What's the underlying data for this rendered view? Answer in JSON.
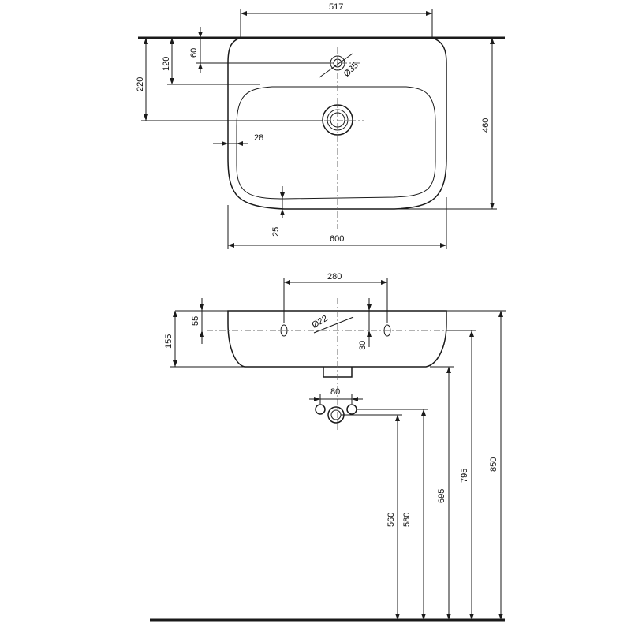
{
  "top_view": {
    "width_overall": "600",
    "width_top": "517",
    "depth": "460",
    "tap_hole_offset": "120",
    "wall_to_tap_line": "60",
    "drain_offset": "220",
    "rim_side": "28",
    "rim_front": "25",
    "tap_hole_diameter": "Ø35"
  },
  "front_view": {
    "fixing_spacing": "280",
    "basin_height": "155",
    "fixing_height": "55",
    "fixing_hole_diameter": "Ø22",
    "fixing_offset": "30",
    "supply_spacing": "80",
    "height_560": "560",
    "height_580": "580",
    "height_695": "695",
    "height_795": "795",
    "height_850": "850"
  }
}
